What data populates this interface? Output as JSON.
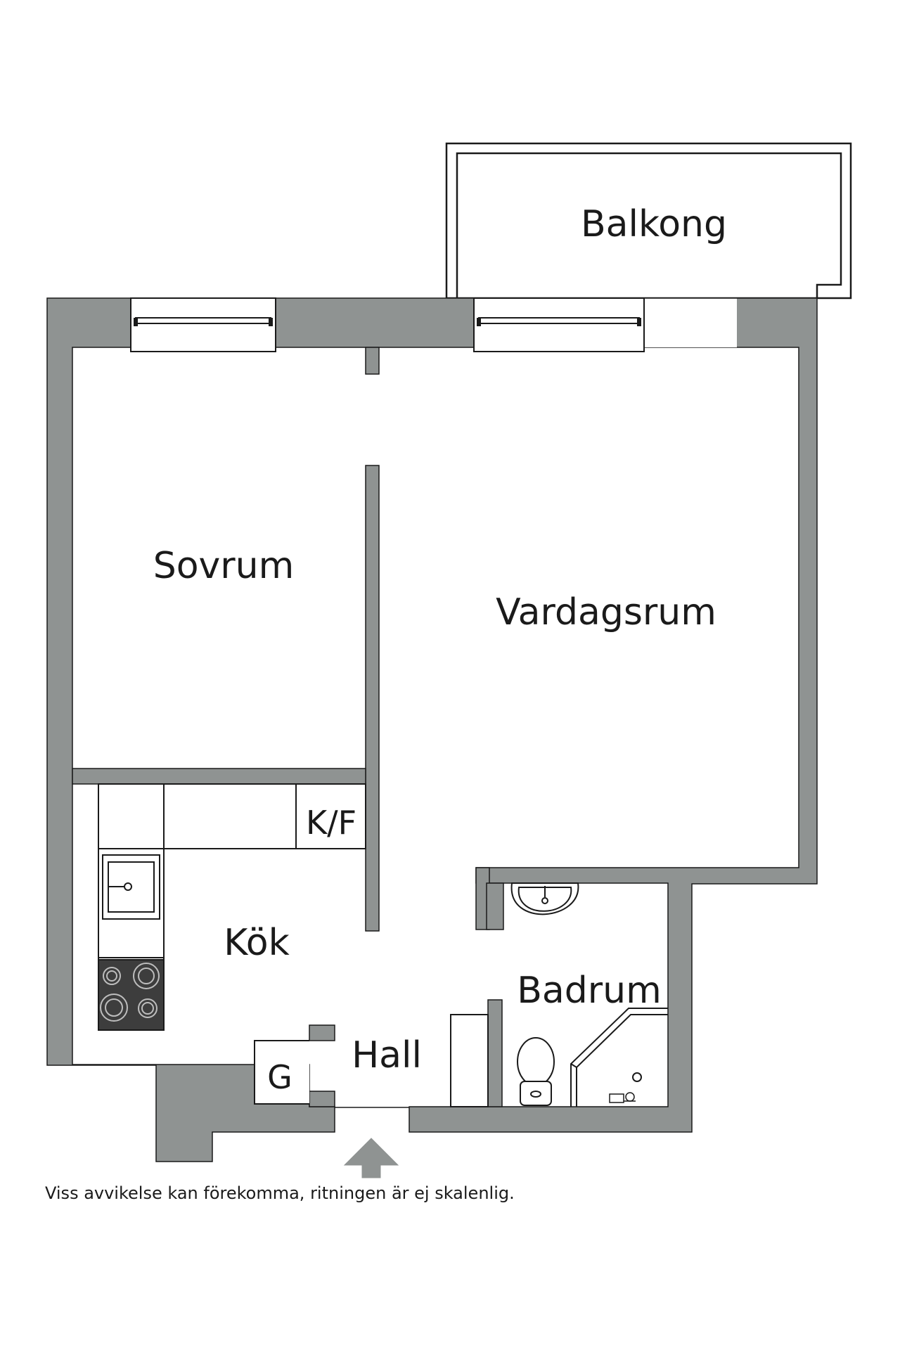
{
  "rooms": {
    "balkong": "Balkong",
    "sovrum": "Sovrum",
    "vardagsrum": "Vardagsrum",
    "kok": "Kök",
    "kf": "K/F",
    "badrum": "Badrum",
    "hall": "Hall",
    "g": "G"
  },
  "disclaimer": "Viss avvikelse kan förekomma, ritningen är ej skalenlig.",
  "colors": {
    "wall": "#8f9392",
    "line": "#1a1a1a",
    "stove": "#3d3d3d",
    "background": "#ffffff"
  },
  "icons": {
    "entrance": "arrow-up-icon",
    "sink": "sink-icon",
    "stove": "stove-icon",
    "washbasin": "washbasin-icon",
    "toilet": "toilet-icon",
    "shower": "shower-icon"
  }
}
